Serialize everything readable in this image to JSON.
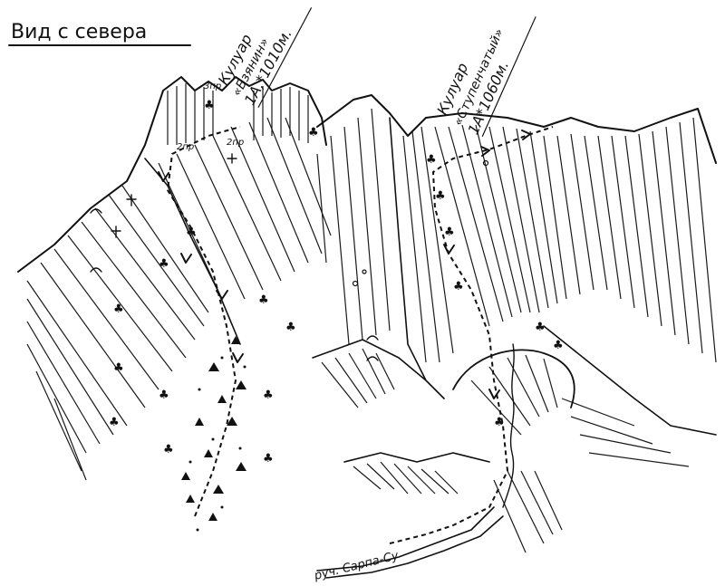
{
  "title": "Вид с севера",
  "couloirs": [
    {
      "label": "Кулуар",
      "name": "«Бзянин»",
      "grade": "1А,*1010м."
    },
    {
      "label": "Кулуар",
      "name": "«Ступенчатый»",
      "grade": "1А*1060м."
    }
  ],
  "stream_label": "руч. Сарпа-Су",
  "pitch_marks": [
    "3пр",
    "2пр",
    "2пр"
  ],
  "symbols": {
    "tree": "tree-symbol",
    "arrow": "arrow-up-icon",
    "scree": "scree-triangle"
  }
}
